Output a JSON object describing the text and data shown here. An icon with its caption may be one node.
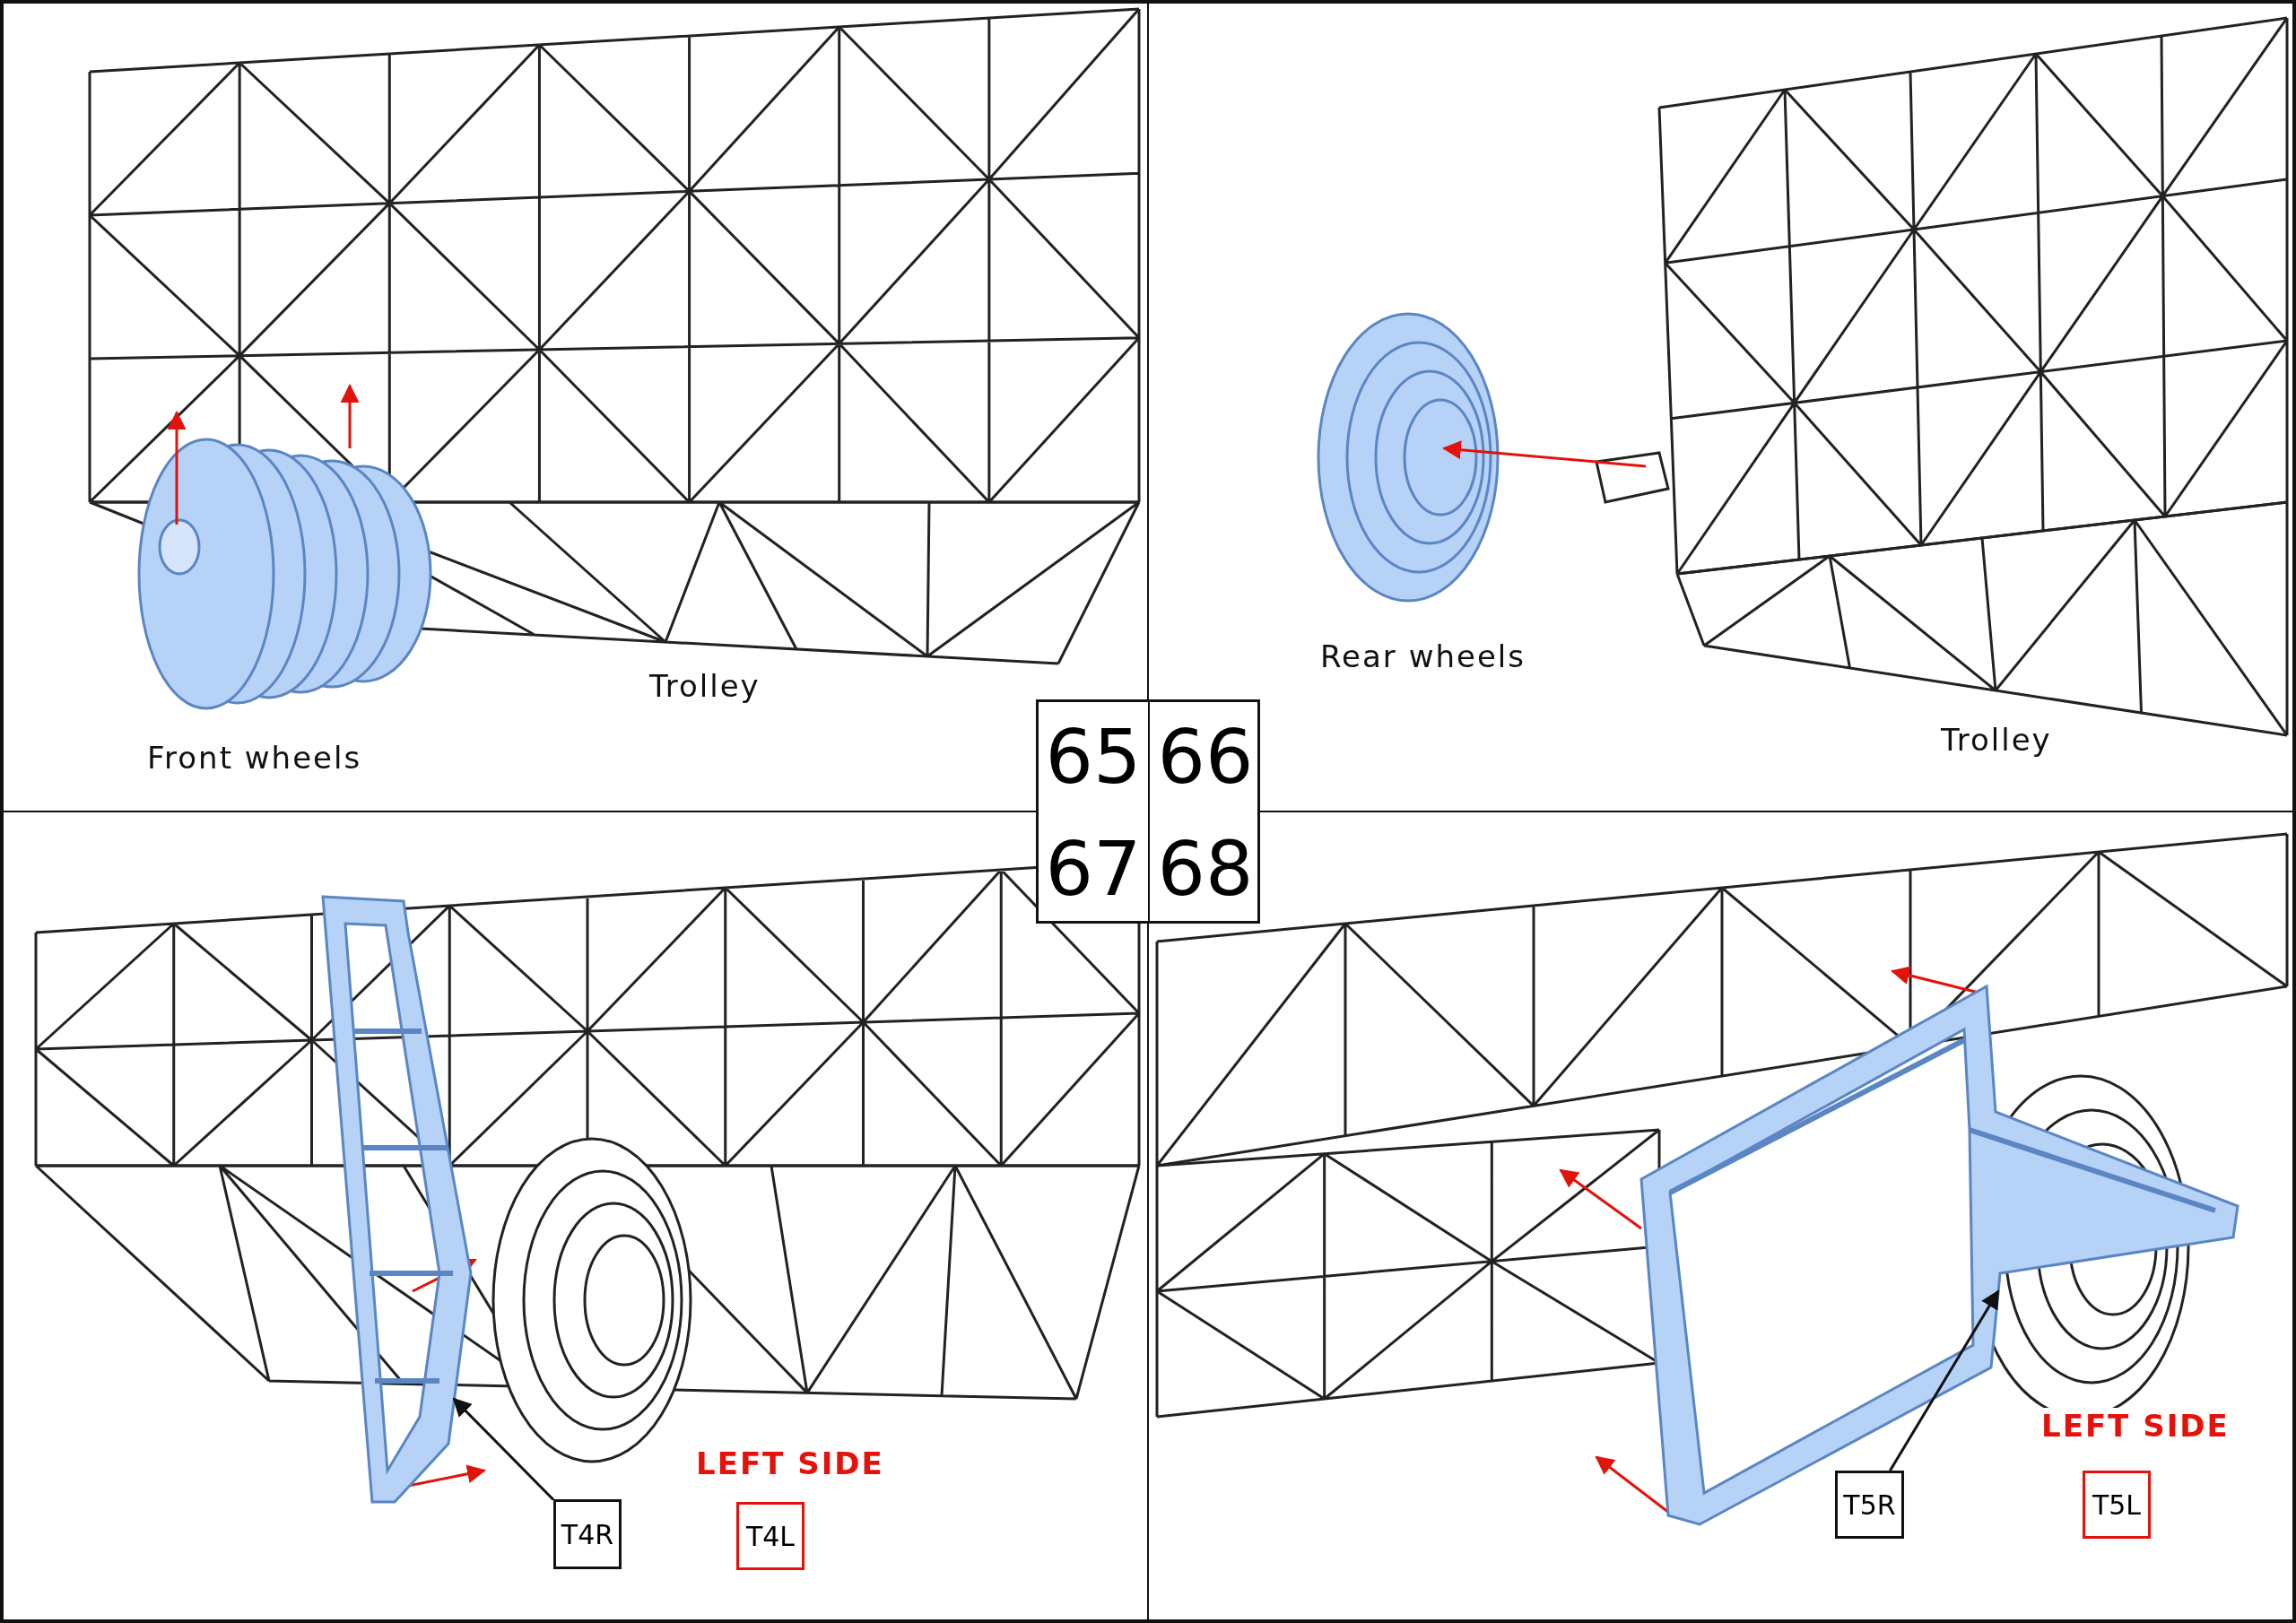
{
  "diagram": {
    "nodes": [
      {
        "text": [
          "T4R"
        ]
      },
      {
        "text": [],
        "shape": "picture"
      },
      {
        "text": [
          "T4L"
        ]
      },
      {
        "text": [
          "T5R"
        ]
      },
      {
        "text": [],
        "shape": "picture"
      },
      {
        "text": [
          "T5L"
        ]
      }
    ],
    "edges": [
      {
        "from": 0,
        "to": 1,
        "arrow": "to"
      },
      {
        "from": 3,
        "to": 4,
        "arrow": "to"
      }
    ],
    "labels": [
      "Trolley",
      "Front wheels",
      "Rear wheels",
      "Trolley",
      "65",
      "66",
      "67",
      "68",
      "LEFT SIDE",
      "LEFT SIDE"
    ]
  }
}
